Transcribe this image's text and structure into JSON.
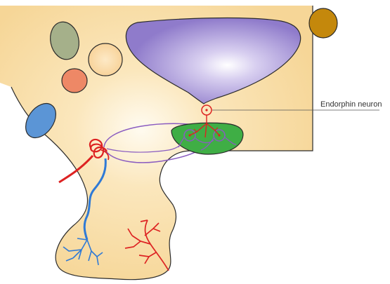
{
  "labels": {
    "endorphin_neuron": "Endorphin neuron"
  },
  "colors": {
    "tissue": "#f8dca0",
    "tissue_edge": "#2b2b2b",
    "ventricle": "#9a86cf",
    "olive_cell": "#a5b08a",
    "peach_cell": "#f8d39d",
    "salmon_cell": "#ee8866",
    "blue_cell": "#5b95d6",
    "brown_cell": "#c4880c",
    "nucleus_green": "#3fae45",
    "neuron_red": "#dd2222",
    "vessel_blue": "#2f7ad6",
    "fiber_purple": "#8a5cc0"
  },
  "icons": [
    "endorphin-neuron-cell",
    "blue-vein",
    "red-artery",
    "red-capillary-bed",
    "blue-capillary-bed"
  ]
}
